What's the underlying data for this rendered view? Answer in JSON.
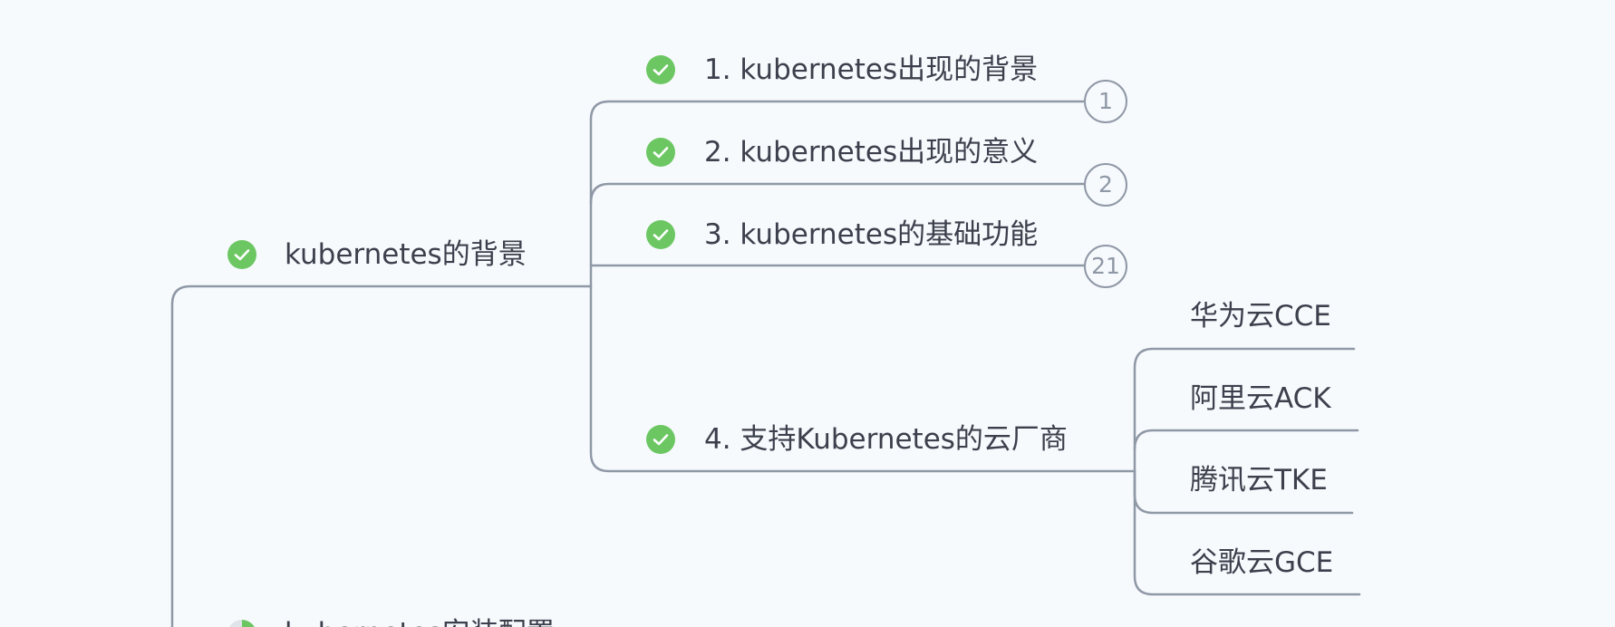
{
  "mindmap": {
    "nodes": [
      {
        "id": "bg",
        "label": "kubernetes的背景",
        "done": true
      },
      {
        "id": "c1",
        "label": "1. kubernetes出现的背景",
        "done": true,
        "badge": "1"
      },
      {
        "id": "c2",
        "label": "2. kubernetes出现的意义",
        "done": true,
        "badge": "2"
      },
      {
        "id": "c3",
        "label": "3. kubernetes的基础功能",
        "done": true,
        "badge": "21"
      },
      {
        "id": "c4",
        "label": "4. 支持Kubernetes的云厂商",
        "done": true
      },
      {
        "id": "v1",
        "label": "华为云CCE"
      },
      {
        "id": "v2",
        "label": "阿里云ACK"
      },
      {
        "id": "v3",
        "label": "腾讯云TKE"
      },
      {
        "id": "v4",
        "label": "谷歌云GCE"
      },
      {
        "id": "install",
        "label": "kubernetes安装配置",
        "done": "partial"
      }
    ]
  },
  "colors": {
    "background": "#f7fafd",
    "connector": "#8f98a6",
    "check": "#6cc763",
    "text": "#3b404c"
  }
}
